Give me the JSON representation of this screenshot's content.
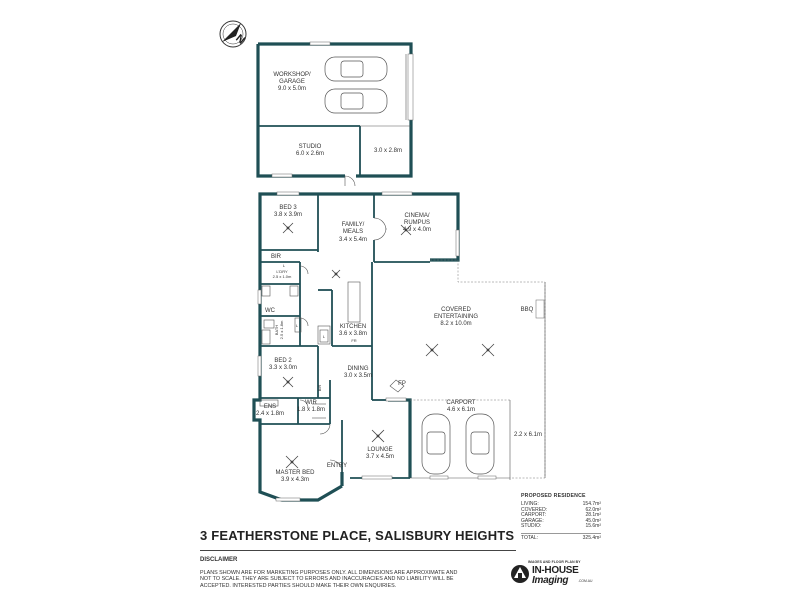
{
  "title": "3 FEATHERSTONE PLACE, SALISBURY HEIGHTS",
  "compass": "N",
  "rooms": [
    {
      "id": "workshop",
      "name": "WORKSHOP/",
      "name2": "GARAGE",
      "dims": "9.0 x 5.0m"
    },
    {
      "id": "studio",
      "name": "STUDIO",
      "dims": "6.0 x 2.6m"
    },
    {
      "id": "studio-side",
      "name": "",
      "dims": "3.0 x 2.8m"
    },
    {
      "id": "bed3",
      "name": "BED 3",
      "dims": "3.8 x 3.9m"
    },
    {
      "id": "family",
      "name": "FAMILY/",
      "name2": "MEALS",
      "dims": "3.4 x 5.4m"
    },
    {
      "id": "cinema",
      "name": "CINEMA/",
      "name2": "RUMPUS",
      "dims": "4.9 x 4.0m"
    },
    {
      "id": "bir",
      "name": "BIR",
      "dims": ""
    },
    {
      "id": "ldry",
      "name": "L'DRY",
      "dims": "2.5 x 1.0m"
    },
    {
      "id": "wc",
      "name": "WC",
      "dims": ""
    },
    {
      "id": "bath",
      "name": "BATH",
      "dims": "2.5 x 1.8m"
    },
    {
      "id": "kitchen",
      "name": "KITCHEN",
      "dims": "3.6 x 3.8m"
    },
    {
      "id": "covered",
      "name": "COVERED",
      "name2": "ENTERTAINING",
      "dims": "8.2 x 10.0m"
    },
    {
      "id": "bbq",
      "name": "BBQ",
      "dims": ""
    },
    {
      "id": "bed2",
      "name": "BED 2",
      "dims": "3.3 x 3.0m"
    },
    {
      "id": "dining",
      "name": "DINING",
      "dims": "3.0 x 3.5m"
    },
    {
      "id": "bir2",
      "name": "BIR",
      "dims": ""
    },
    {
      "id": "fp",
      "name": "FP",
      "dims": ""
    },
    {
      "id": "ens",
      "name": "ENS",
      "dims": "2.4 x 1.8m"
    },
    {
      "id": "wir",
      "name": "WIR",
      "dims": "1.8 x 1.8m"
    },
    {
      "id": "carport",
      "name": "CARPORT",
      "dims": "4.6 x 6.1m"
    },
    {
      "id": "carport-side",
      "name": "",
      "dims": "2.2 x 6.1m"
    },
    {
      "id": "lounge",
      "name": "LOUNGE",
      "dims": "3.7 x 4.5m"
    },
    {
      "id": "master",
      "name": "MASTER BED",
      "dims": "3.9 x 4.3m"
    },
    {
      "id": "entry",
      "name": "ENTRY",
      "dims": ""
    }
  ],
  "fixtures": {
    "linen": "L",
    "fridge": "FR"
  },
  "areas": {
    "title": "PROPOSED RESIDENCE",
    "rows": [
      {
        "label": "Living:",
        "value": "154.7m²"
      },
      {
        "label": "Covered:",
        "value": "62.0m²"
      },
      {
        "label": "Carport:",
        "value": "28.1m²"
      },
      {
        "label": "Garage:",
        "value": "45.0m²"
      },
      {
        "label": "Studio:",
        "value": "15.6m²"
      }
    ],
    "total_label": "TOTAL:",
    "total_value": "325.4m²"
  },
  "disclaimer": {
    "heading": "DISCLAIMER",
    "body": "PLANS SHOWN ARE FOR MARKETING PURPOSES ONLY. ALL DIMENSIONS ARE APPROXIMATE AND NOT TO SCALE. THEY ARE SUBJECT TO ERRORS AND INACCURACIES AND NO LIABILITY WILL BE ACCEPTED. INTERESTED PARTIES SHOULD MAKE THEIR OWN ENQUIRIES."
  },
  "logo": {
    "tagline": "IMAGES AND FLOOR PLAN BY",
    "name1": "IN-HOUSE",
    "name2": "Imaging",
    "web": ".COM.AU"
  },
  "colors": {
    "wall": "#1f4f55",
    "text": "#333333"
  }
}
